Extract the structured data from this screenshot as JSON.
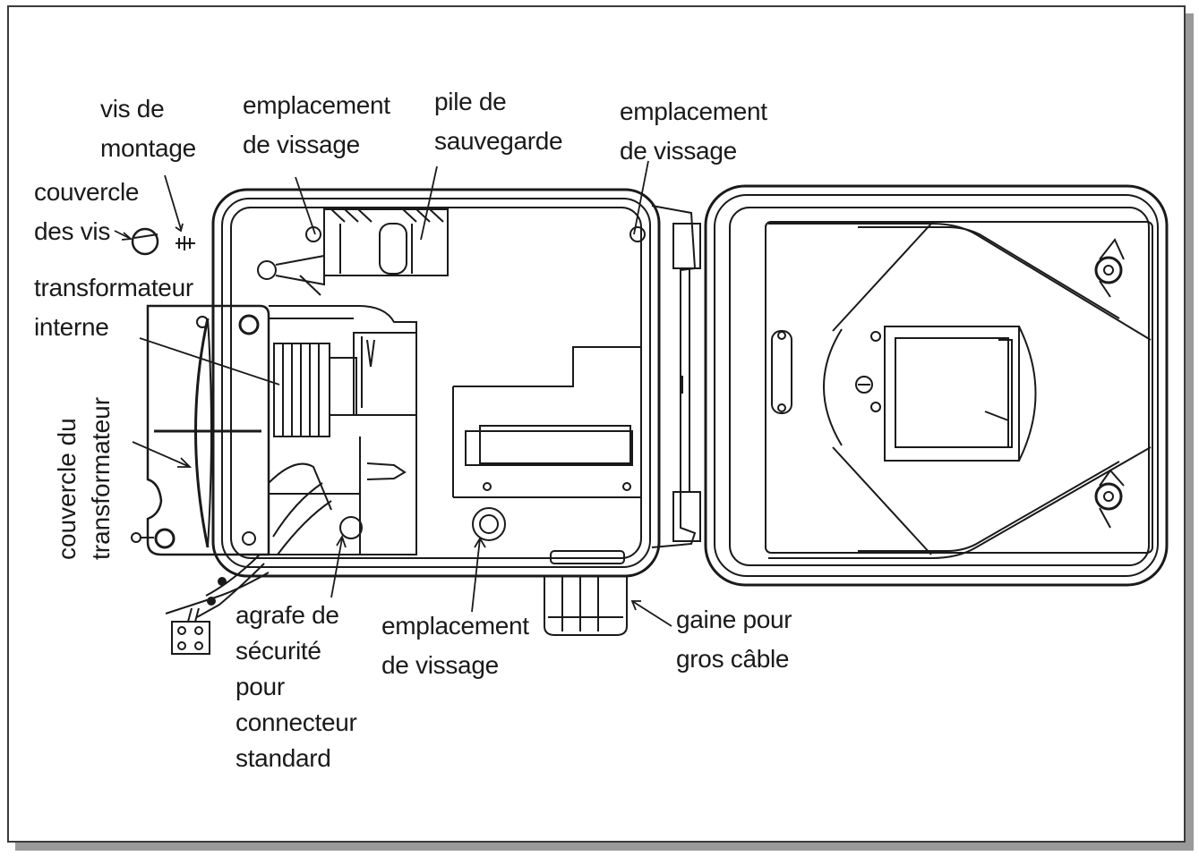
{
  "labels": {
    "vis_montage": "vis de\nmontage",
    "couvercle_vis": "couvercle\ndes vis",
    "emplacement_vissage_1": "emplacement\nde vissage",
    "pile_sauvegarde": "pile de\nsauvegarde",
    "emplacement_vissage_2": "emplacement\nde vissage",
    "transformateur_interne": "transformateur\ninterne",
    "couvercle_transformateur": "couvercle du\ntransformateur",
    "agrafe_securite": "agrafe de\nsécurité\npour\nconnecteur\nstandard",
    "emplacement_vissage_3": "emplacement\nde vissage",
    "gaine_cable": "gaine pour\ngros câble"
  },
  "colors": {
    "line": "#1a1a1a",
    "frame_shadow": "#9a9a9a"
  }
}
